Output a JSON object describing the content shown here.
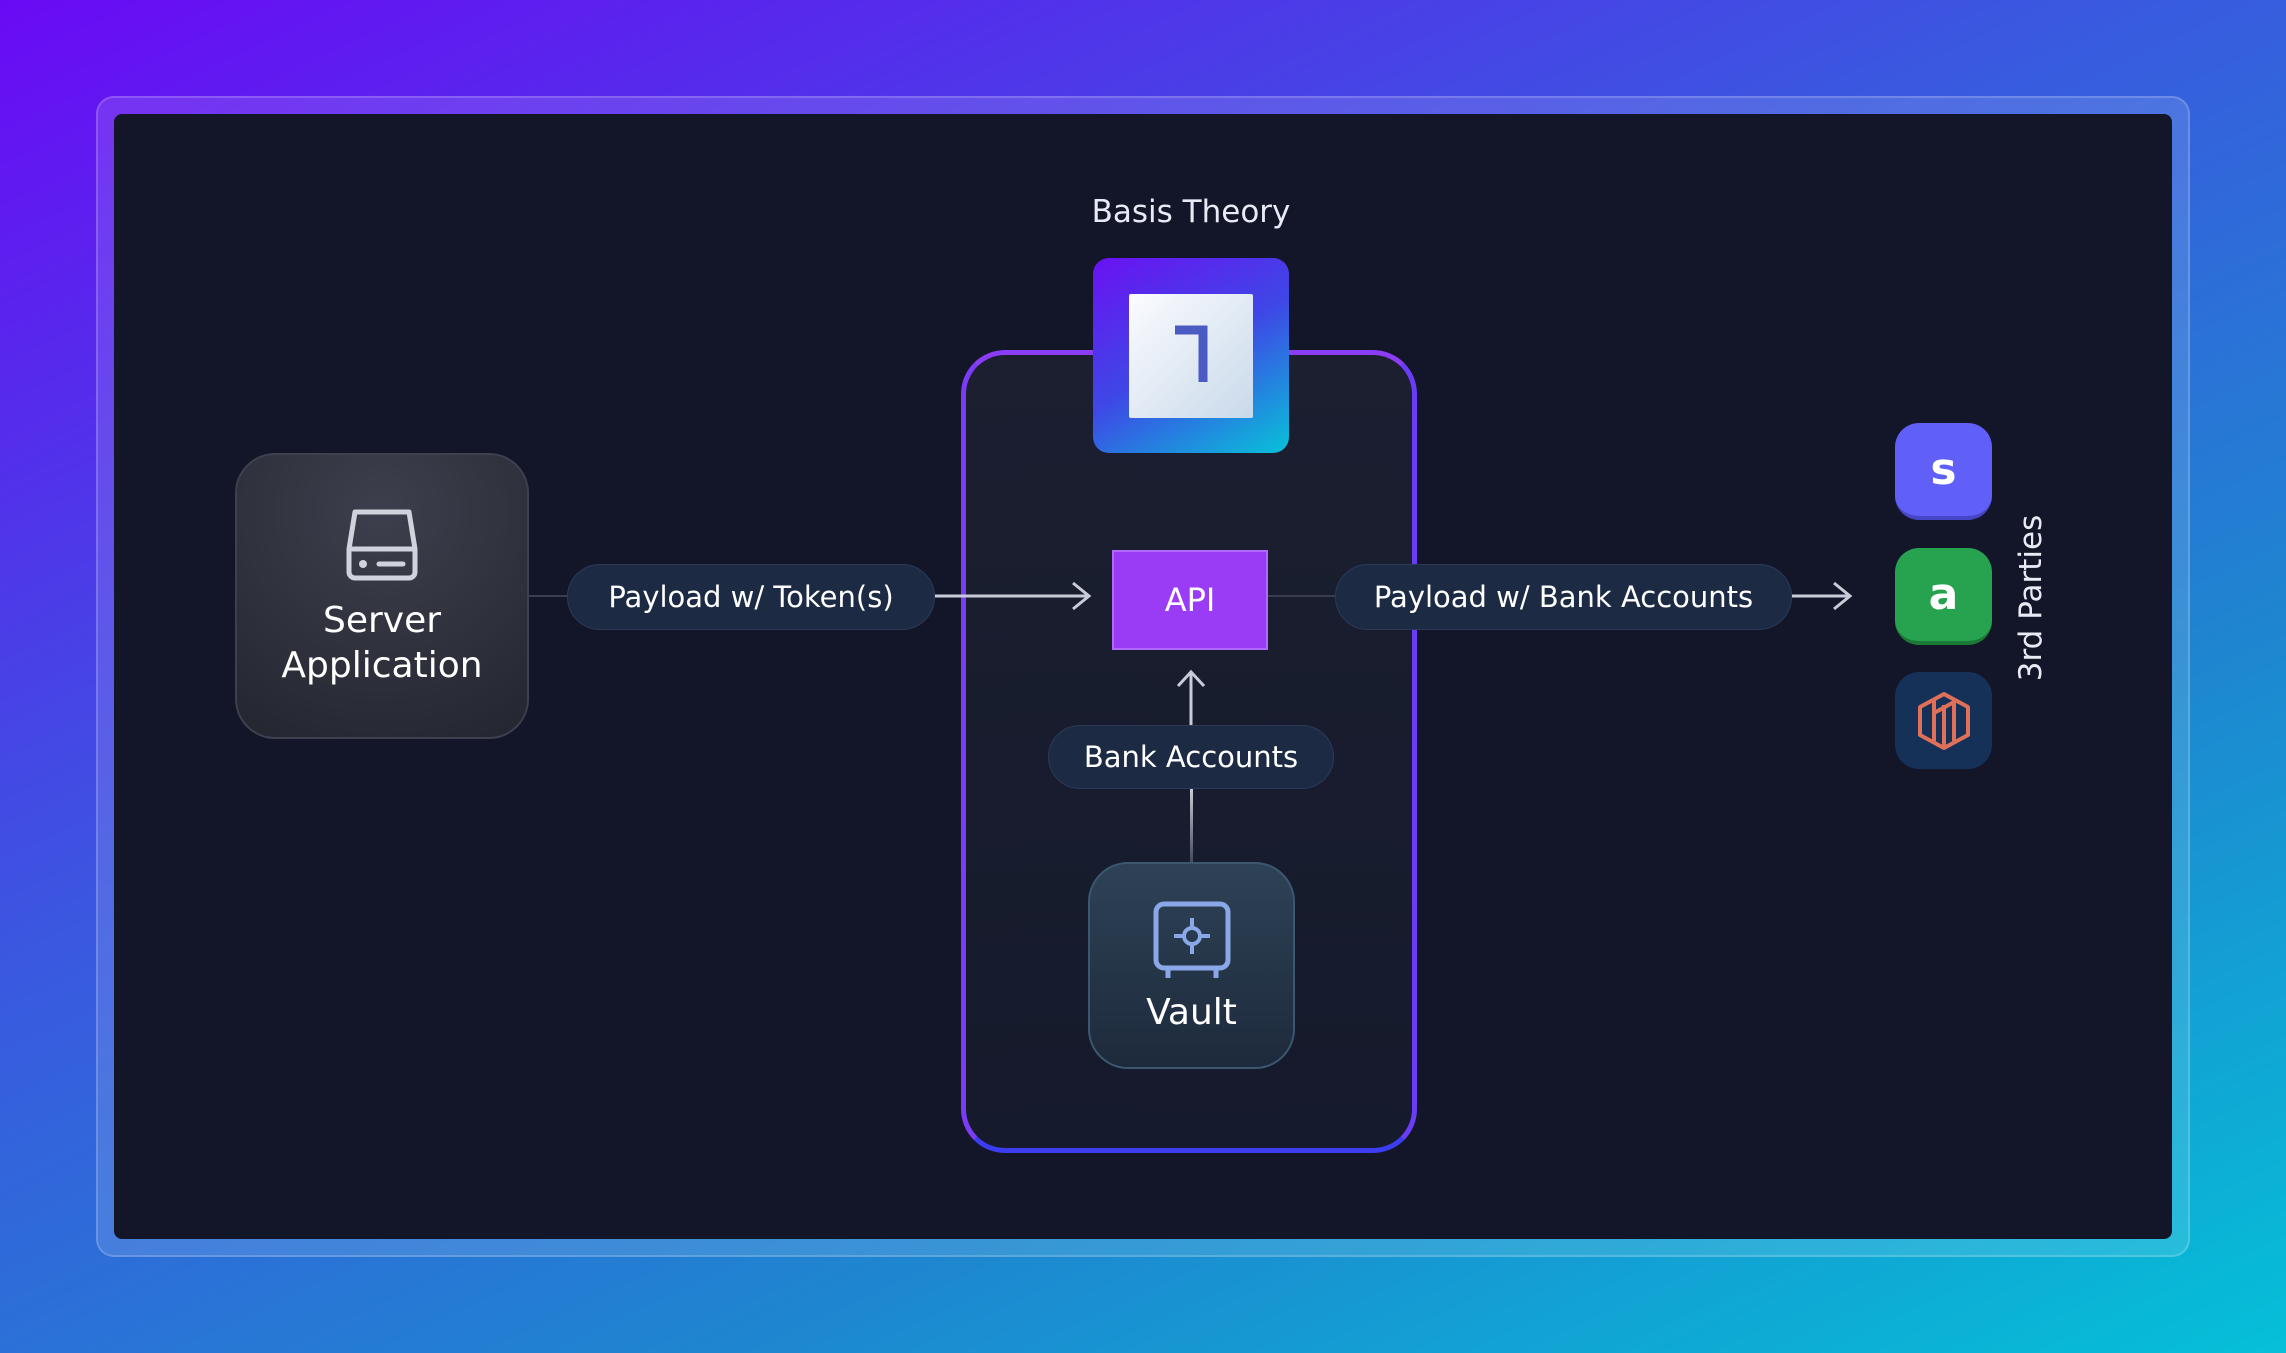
{
  "diagram": {
    "title": "Basis Theory",
    "server": {
      "label_line1": "Server",
      "label_line2": "Application"
    },
    "payload_tokens": "Payload w/ Token(s)",
    "api": "API",
    "payload_bank": "Payload w/ Bank Accounts",
    "bank_accounts": "Bank Accounts",
    "vault": "Vault",
    "third_parties": {
      "label": "3rd Parties",
      "items": [
        {
          "glyph": "s",
          "color": "#6060f8"
        },
        {
          "glyph": "a",
          "color": "#27a24e"
        },
        {
          "glyph": "hex-logo",
          "color": "#163158"
        }
      ]
    }
  }
}
